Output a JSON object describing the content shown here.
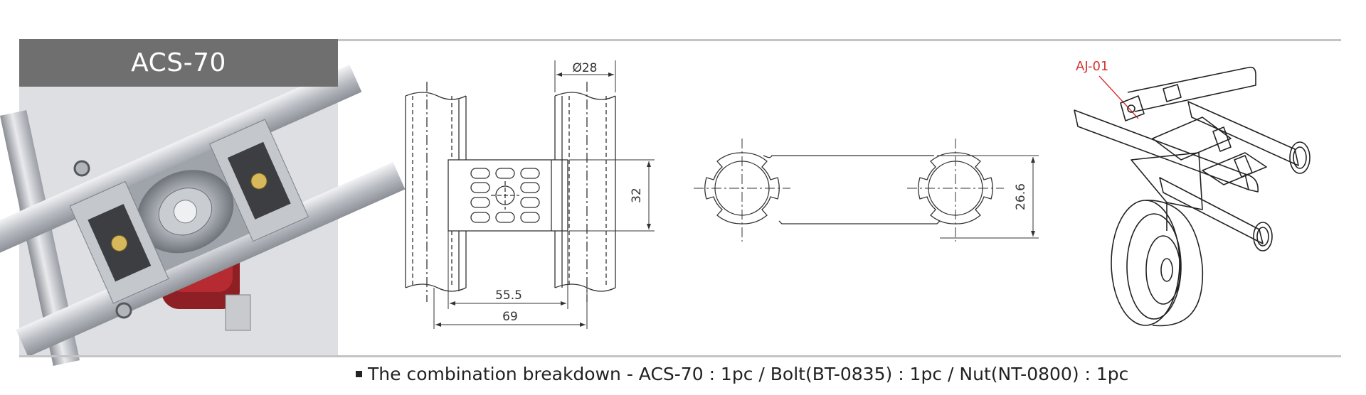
{
  "product": {
    "title": "ACS-70"
  },
  "front_view": {
    "diameter_label": "Ø28",
    "height_label": "32",
    "inner_width_label": "55.5",
    "outer_width_label": "69"
  },
  "side_view": {
    "height_label": "26.6"
  },
  "assembly": {
    "part_label": "AJ-01",
    "accent_color": "#d6322f"
  },
  "note": {
    "text": "The combination breakdown - ACS-70 : 1pc / Bolt(BT-0835) : 1pc / Nut(NT-0800) : 1pc"
  }
}
